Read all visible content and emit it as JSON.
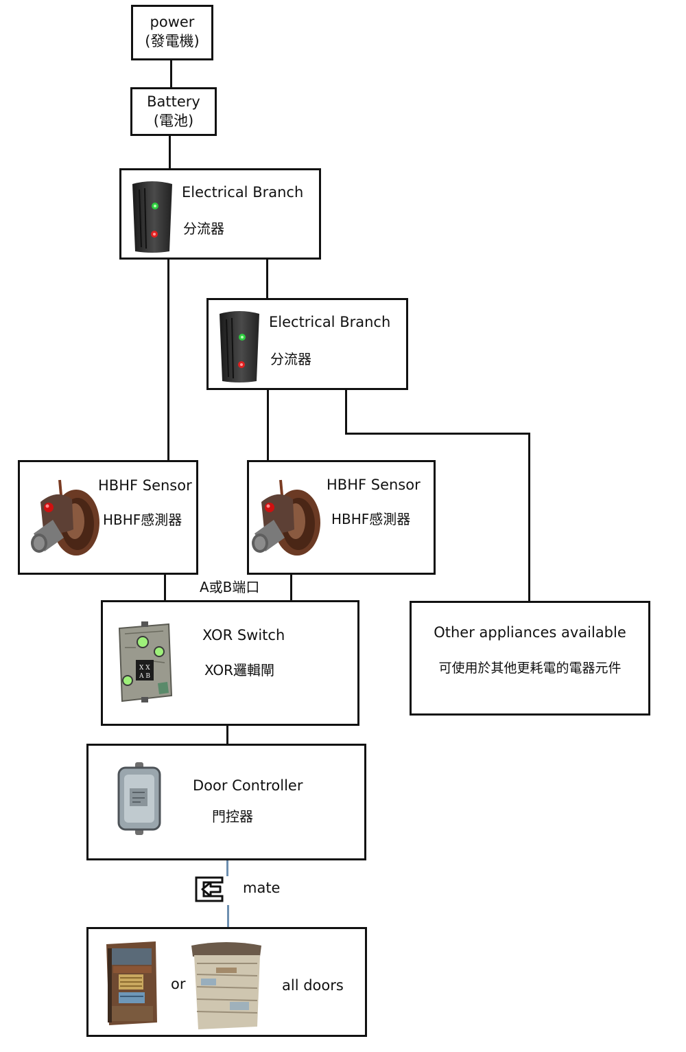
{
  "nodes": {
    "power": {
      "label_en": "power",
      "label_zh": "(發電機)"
    },
    "battery": {
      "label_en": "Battery",
      "label_zh": "(電池)"
    },
    "branch1": {
      "label_en": "Electrical Branch",
      "label_zh": "分流器",
      "icon": "electrical-branch-icon"
    },
    "branch2": {
      "label_en": "Electrical Branch",
      "label_zh": "分流器",
      "icon": "electrical-branch-icon"
    },
    "sensor1": {
      "label_en": "HBHF Sensor",
      "label_zh": "HBHF感測器",
      "icon": "hbhf-sensor-icon"
    },
    "sensor2": {
      "label_en": "HBHF Sensor",
      "label_zh": "HBHF感測器",
      "icon": "hbhf-sensor-icon"
    },
    "xor": {
      "label_en": "XOR Switch",
      "label_zh": "XOR邏輯閘",
      "icon": "xor-switch-icon"
    },
    "other": {
      "label_en": "Other appliances available",
      "label_zh": "可使用於其他更耗電的電器元件"
    },
    "door_controller": {
      "label_en": "Door Controller",
      "label_zh": "門控器",
      "icon": "door-controller-icon"
    },
    "doors": {
      "or_label": "or",
      "all_label": "all doors",
      "icon_a": "sheet-metal-door-icon",
      "icon_b": "garage-door-icon"
    }
  },
  "edges": {
    "port_label": "A或B端口",
    "mate_label": "mate",
    "mate_icon": "arrow-left-box-icon"
  },
  "colors": {
    "line": "#111111",
    "mate_line": "#6d8fb0"
  }
}
